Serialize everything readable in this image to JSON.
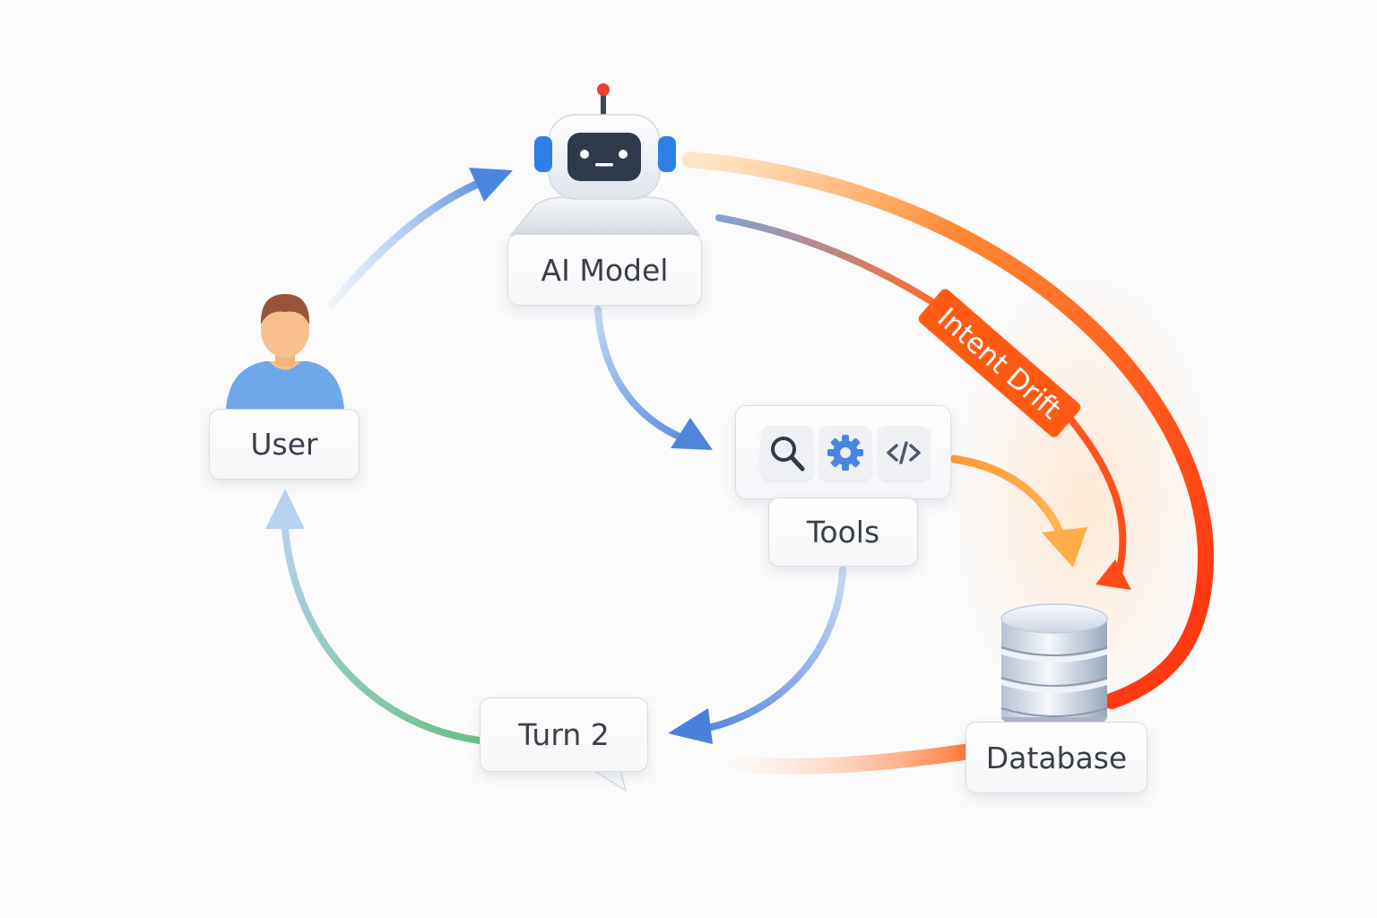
{
  "nodes": {
    "ai_model": "AI Model",
    "user": "User",
    "tools": "Tools",
    "turn": "Turn 2",
    "database": "Database"
  },
  "drift_label": "Intent Drift",
  "icons": {
    "robot": "robot-icon",
    "user": "person-avatar-icon",
    "tools": [
      "search-icon",
      "gear-icon",
      "code-icon"
    ],
    "database": "database-cylinder-icon"
  },
  "colors": {
    "flow_blue": "#4a86e0",
    "flow_green": "#6cc08a",
    "drift_orange": "#ff5a1f",
    "drift_amber": "#ffa33c",
    "robot_accent": "#2f7fe6",
    "antenna_red": "#e8412e",
    "label_text": "#3a3f47"
  }
}
